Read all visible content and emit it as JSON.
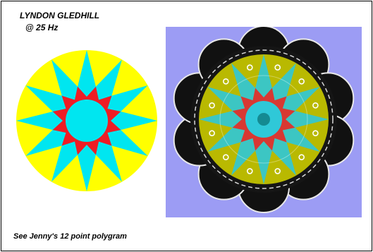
{
  "header": {
    "name": "LYNDON GLEDHILL",
    "frequency": "@ 25 Hz"
  },
  "footer": {
    "caption": "See Jenny's 12 point polygram"
  },
  "colors": {
    "circle_fill": "#ffff00",
    "outer_star": "#00e6f0",
    "inner_star": "#ee1c24",
    "center": "#00e6f0",
    "photo_background": "#9c9cf4",
    "overlay_yellow": "#c8c800",
    "overlay_cyan": "#2fc8d8",
    "overlay_red": "#e0302a"
  },
  "diagram": {
    "points": 12
  }
}
